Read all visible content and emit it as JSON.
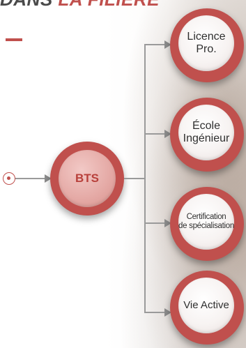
{
  "heading": {
    "word1": "DANS ",
    "word2": "LA FILIÈRE"
  },
  "colors": {
    "accent": "#c0504d",
    "text": "#2f2f2f",
    "connector": "#9a9a9a"
  },
  "center": {
    "label": "BTS"
  },
  "outcomes": [
    {
      "label_line1": "Licence",
      "label_line2": "Pro."
    },
    {
      "label_line1": "École",
      "label_line2": "Ingénieur"
    },
    {
      "label_line1": "Certification",
      "label_line2": "de spécialisation"
    },
    {
      "label_line1": "Vie Active",
      "label_line2": ""
    }
  ]
}
